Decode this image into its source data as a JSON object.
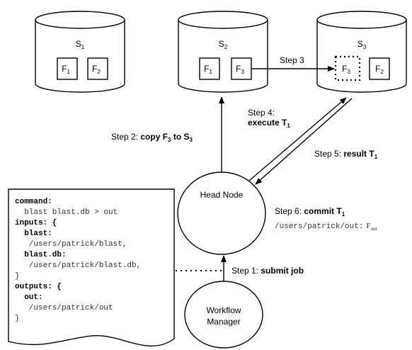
{
  "servers": [
    {
      "name": "S",
      "sub": "1",
      "files": [
        {
          "name": "F",
          "sub": "1"
        },
        {
          "name": "F",
          "sub": "2"
        }
      ]
    },
    {
      "name": "S",
      "sub": "2",
      "files": [
        {
          "name": "F",
          "sub": "1"
        },
        {
          "name": "F",
          "sub": "3"
        }
      ]
    },
    {
      "name": "S",
      "sub": "3",
      "files": [
        {
          "name": "F",
          "sub": "3"
        },
        {
          "name": "F",
          "sub": "2"
        }
      ]
    }
  ],
  "nodes": {
    "head": "Head Node",
    "manager_line1": "Workflow",
    "manager_line2": "Manager"
  },
  "steps": {
    "step1_prefix": "Step 1: ",
    "step1_bold": "submit job",
    "step2_prefix": "Step 2: ",
    "step2_bold_a": "copy F",
    "step2_sub_a": "3",
    "step2_bold_b": " to S",
    "step2_sub_b": "3",
    "step3": "Step 3",
    "step4_line1": "Step 4:",
    "step4_bold": "execute T",
    "step4_sub": "1",
    "step5_prefix": "Step 5: ",
    "step5_bold": "result T",
    "step5_sub": "1",
    "step6_prefix": "Step 6: ",
    "step6_bold": "commit T",
    "step6_sub": "1",
    "step6_path": "/users/patrick/out:",
    "step6_file": "F",
    "step6_file_sub": "out"
  },
  "spec": {
    "l1": "command:",
    "l2": "  blast blast.db > out",
    "l3": "inputs: {",
    "l4": "  blast:",
    "l5": "   /users/patrick/blast,",
    "l6": "  blast.db:",
    "l7": "   /users/patrick/blast.db,",
    "l8": "}",
    "l9": "outputs: {",
    "l10": "  out:",
    "l11": "   /users/patrick/out",
    "l12": "}"
  }
}
